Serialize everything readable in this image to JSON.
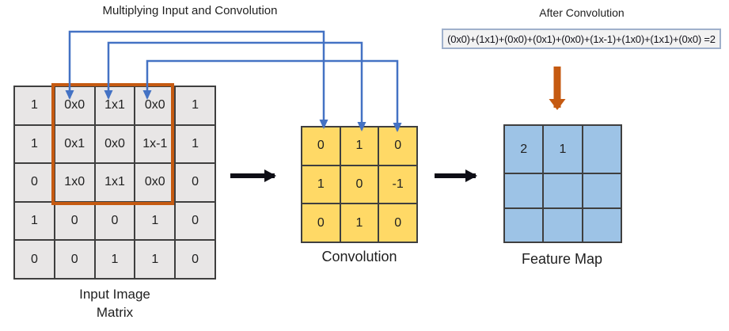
{
  "diagram": {
    "top_left_title": "Multiplying Input and Convolution",
    "top_right_title": "After Convolution",
    "formula": "(0x0)+(1x1)+(0x0)+(0x1)+(0x0)+(1x-1)+(1x0)+(1x1)+(0x0) =2"
  },
  "input_matrix": {
    "label_line1": "Input Image",
    "label_line2": "Matrix",
    "rows": [
      [
        "1",
        "0x0",
        "1x1",
        "0x0",
        "1"
      ],
      [
        "1",
        "0x1",
        "0x0",
        "1x-1",
        "1"
      ],
      [
        "0",
        "1x0",
        "1x1",
        "0x0",
        "0"
      ],
      [
        "1",
        "0",
        "0",
        "1",
        "0"
      ],
      [
        "0",
        "0",
        "1",
        "1",
        "0"
      ]
    ],
    "highlight_region": "rows 1-3, columns 2-4"
  },
  "kernel": {
    "label": "Convolution",
    "rows": [
      [
        "0",
        "1",
        "0"
      ],
      [
        "1",
        "0",
        "-1"
      ],
      [
        "0",
        "1",
        "0"
      ]
    ]
  },
  "feature_map": {
    "label": "Feature Map",
    "rows": [
      [
        "2",
        "1",
        ""
      ],
      [
        "",
        "",
        ""
      ],
      [
        "",
        "",
        ""
      ]
    ]
  },
  "colors": {
    "connector_blue": "#4472C4",
    "highlight_orange": "#C55A11",
    "kernel_fill": "#FFD966",
    "feature_fill": "#9DC3E6",
    "matrix_fill": "#E8E6E6",
    "black_arrow": "#0E0E16",
    "formula_box_border": "#9FB0CB",
    "formula_box_fill": "#F2F2F2"
  }
}
